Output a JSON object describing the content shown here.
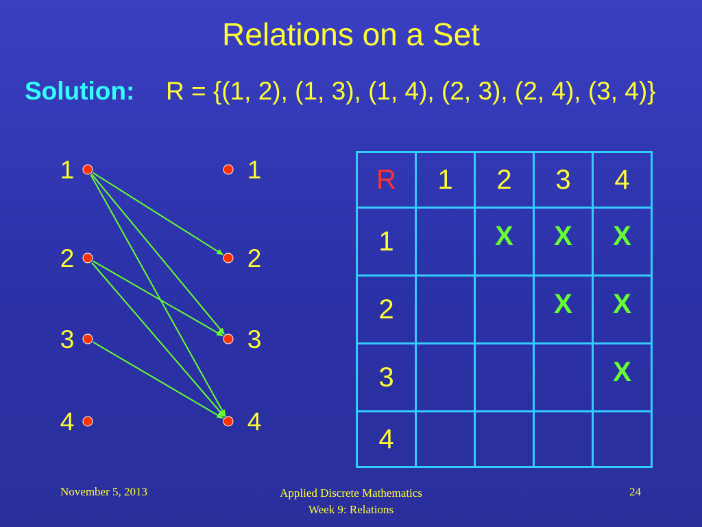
{
  "title": "Relations on a Set",
  "solution": {
    "label": "Solution:",
    "relation": "R = {(1, 2), (1, 3), (1, 4), (2, 3), (2, 4), (3, 4)}"
  },
  "graph": {
    "left_nodes": [
      "1",
      "2",
      "3",
      "4"
    ],
    "right_nodes": [
      "1",
      "2",
      "3",
      "4"
    ],
    "edges": [
      {
        "from": "1",
        "to": "2"
      },
      {
        "from": "1",
        "to": "3"
      },
      {
        "from": "1",
        "to": "4"
      },
      {
        "from": "2",
        "to": "3"
      },
      {
        "from": "2",
        "to": "4"
      },
      {
        "from": "3",
        "to": "4"
      }
    ],
    "node_color": "#ff3300",
    "edge_color": "#66ff33"
  },
  "matrix": {
    "corner": "R",
    "col_headers": [
      "1",
      "2",
      "3",
      "4"
    ],
    "rows": [
      {
        "header": "1",
        "cells": [
          "",
          "X",
          "X",
          "X"
        ]
      },
      {
        "header": "2",
        "cells": [
          "",
          "",
          "X",
          "X"
        ]
      },
      {
        "header": "3",
        "cells": [
          "",
          "",
          "",
          "X"
        ]
      },
      {
        "header": "4",
        "cells": [
          "",
          "",
          "",
          ""
        ]
      }
    ]
  },
  "footer": {
    "date": "November 5, 2013",
    "course_line1": "Applied Discrete Mathematics",
    "course_line2": "Week 9: Relations",
    "page": "24"
  }
}
